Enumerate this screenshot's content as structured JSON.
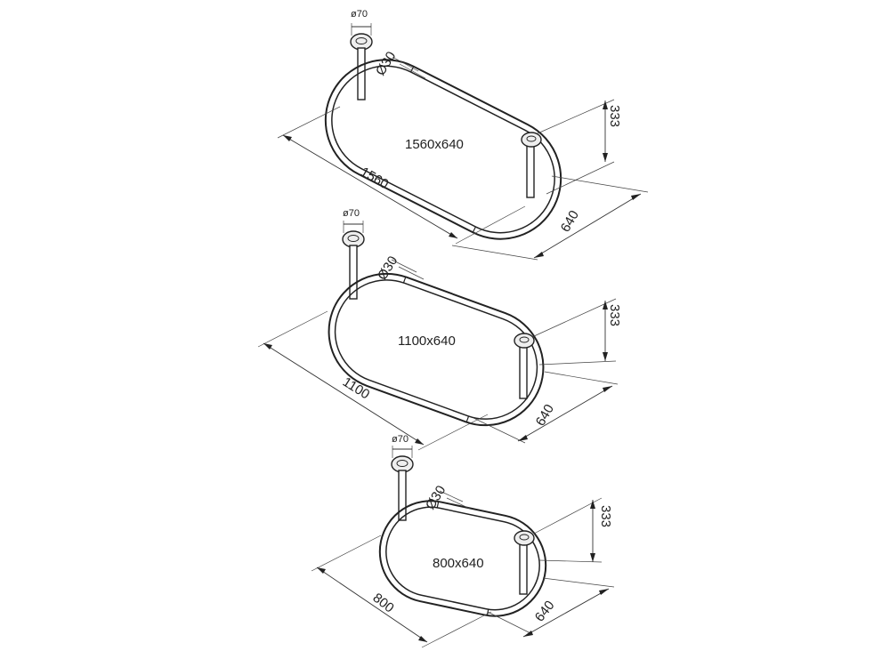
{
  "rails": [
    {
      "id": "1560",
      "size_label": "1560x640",
      "length_label": "1560",
      "width_label": "640",
      "height_label": "333",
      "tube_diameter_label": "Ø30",
      "flange_diameter_label": "ø70"
    },
    {
      "id": "1100",
      "size_label": "1100x640",
      "length_label": "1100",
      "width_label": "640",
      "height_label": "333",
      "tube_diameter_label": "Ø30",
      "flange_diameter_label": "ø70"
    },
    {
      "id": "800",
      "size_label": "800x640",
      "length_label": "800",
      "width_label": "640",
      "height_label": "333",
      "tube_diameter_label": "Ø30",
      "flange_diameter_label": "ø70"
    }
  ]
}
